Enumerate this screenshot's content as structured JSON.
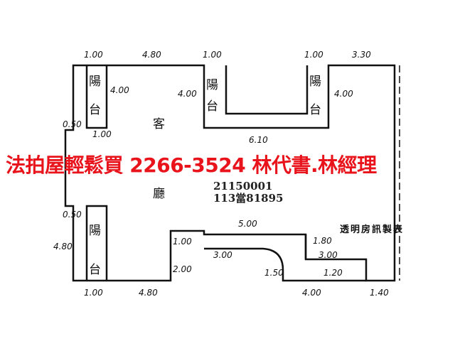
{
  "plan": {
    "dimensions": [
      "1.00",
      "4.80",
      "1.00",
      "1.00",
      "3.30",
      "4.00",
      "4.00",
      "4.00",
      "0.50",
      "1.00",
      "6.10",
      "0.50",
      "4.80",
      "5.00",
      "1.00",
      "3.00",
      "2.00",
      "1.80",
      "3.00",
      "1.50",
      "1.20",
      "1.00",
      "4.80",
      "4.00",
      "1.40"
    ],
    "room_labels": [
      "陽",
      "台",
      "陽",
      "台",
      "陽",
      "台",
      "客",
      "廳",
      "陽",
      "台"
    ],
    "stamp_line1": "21150001",
    "stamp_line2": "113當81895",
    "maker_label": "透明房訊製表"
  },
  "banner": {
    "text": "法拍屋輕鬆買  2266-3524  林代書.林經理",
    "color": "#e8131b"
  }
}
